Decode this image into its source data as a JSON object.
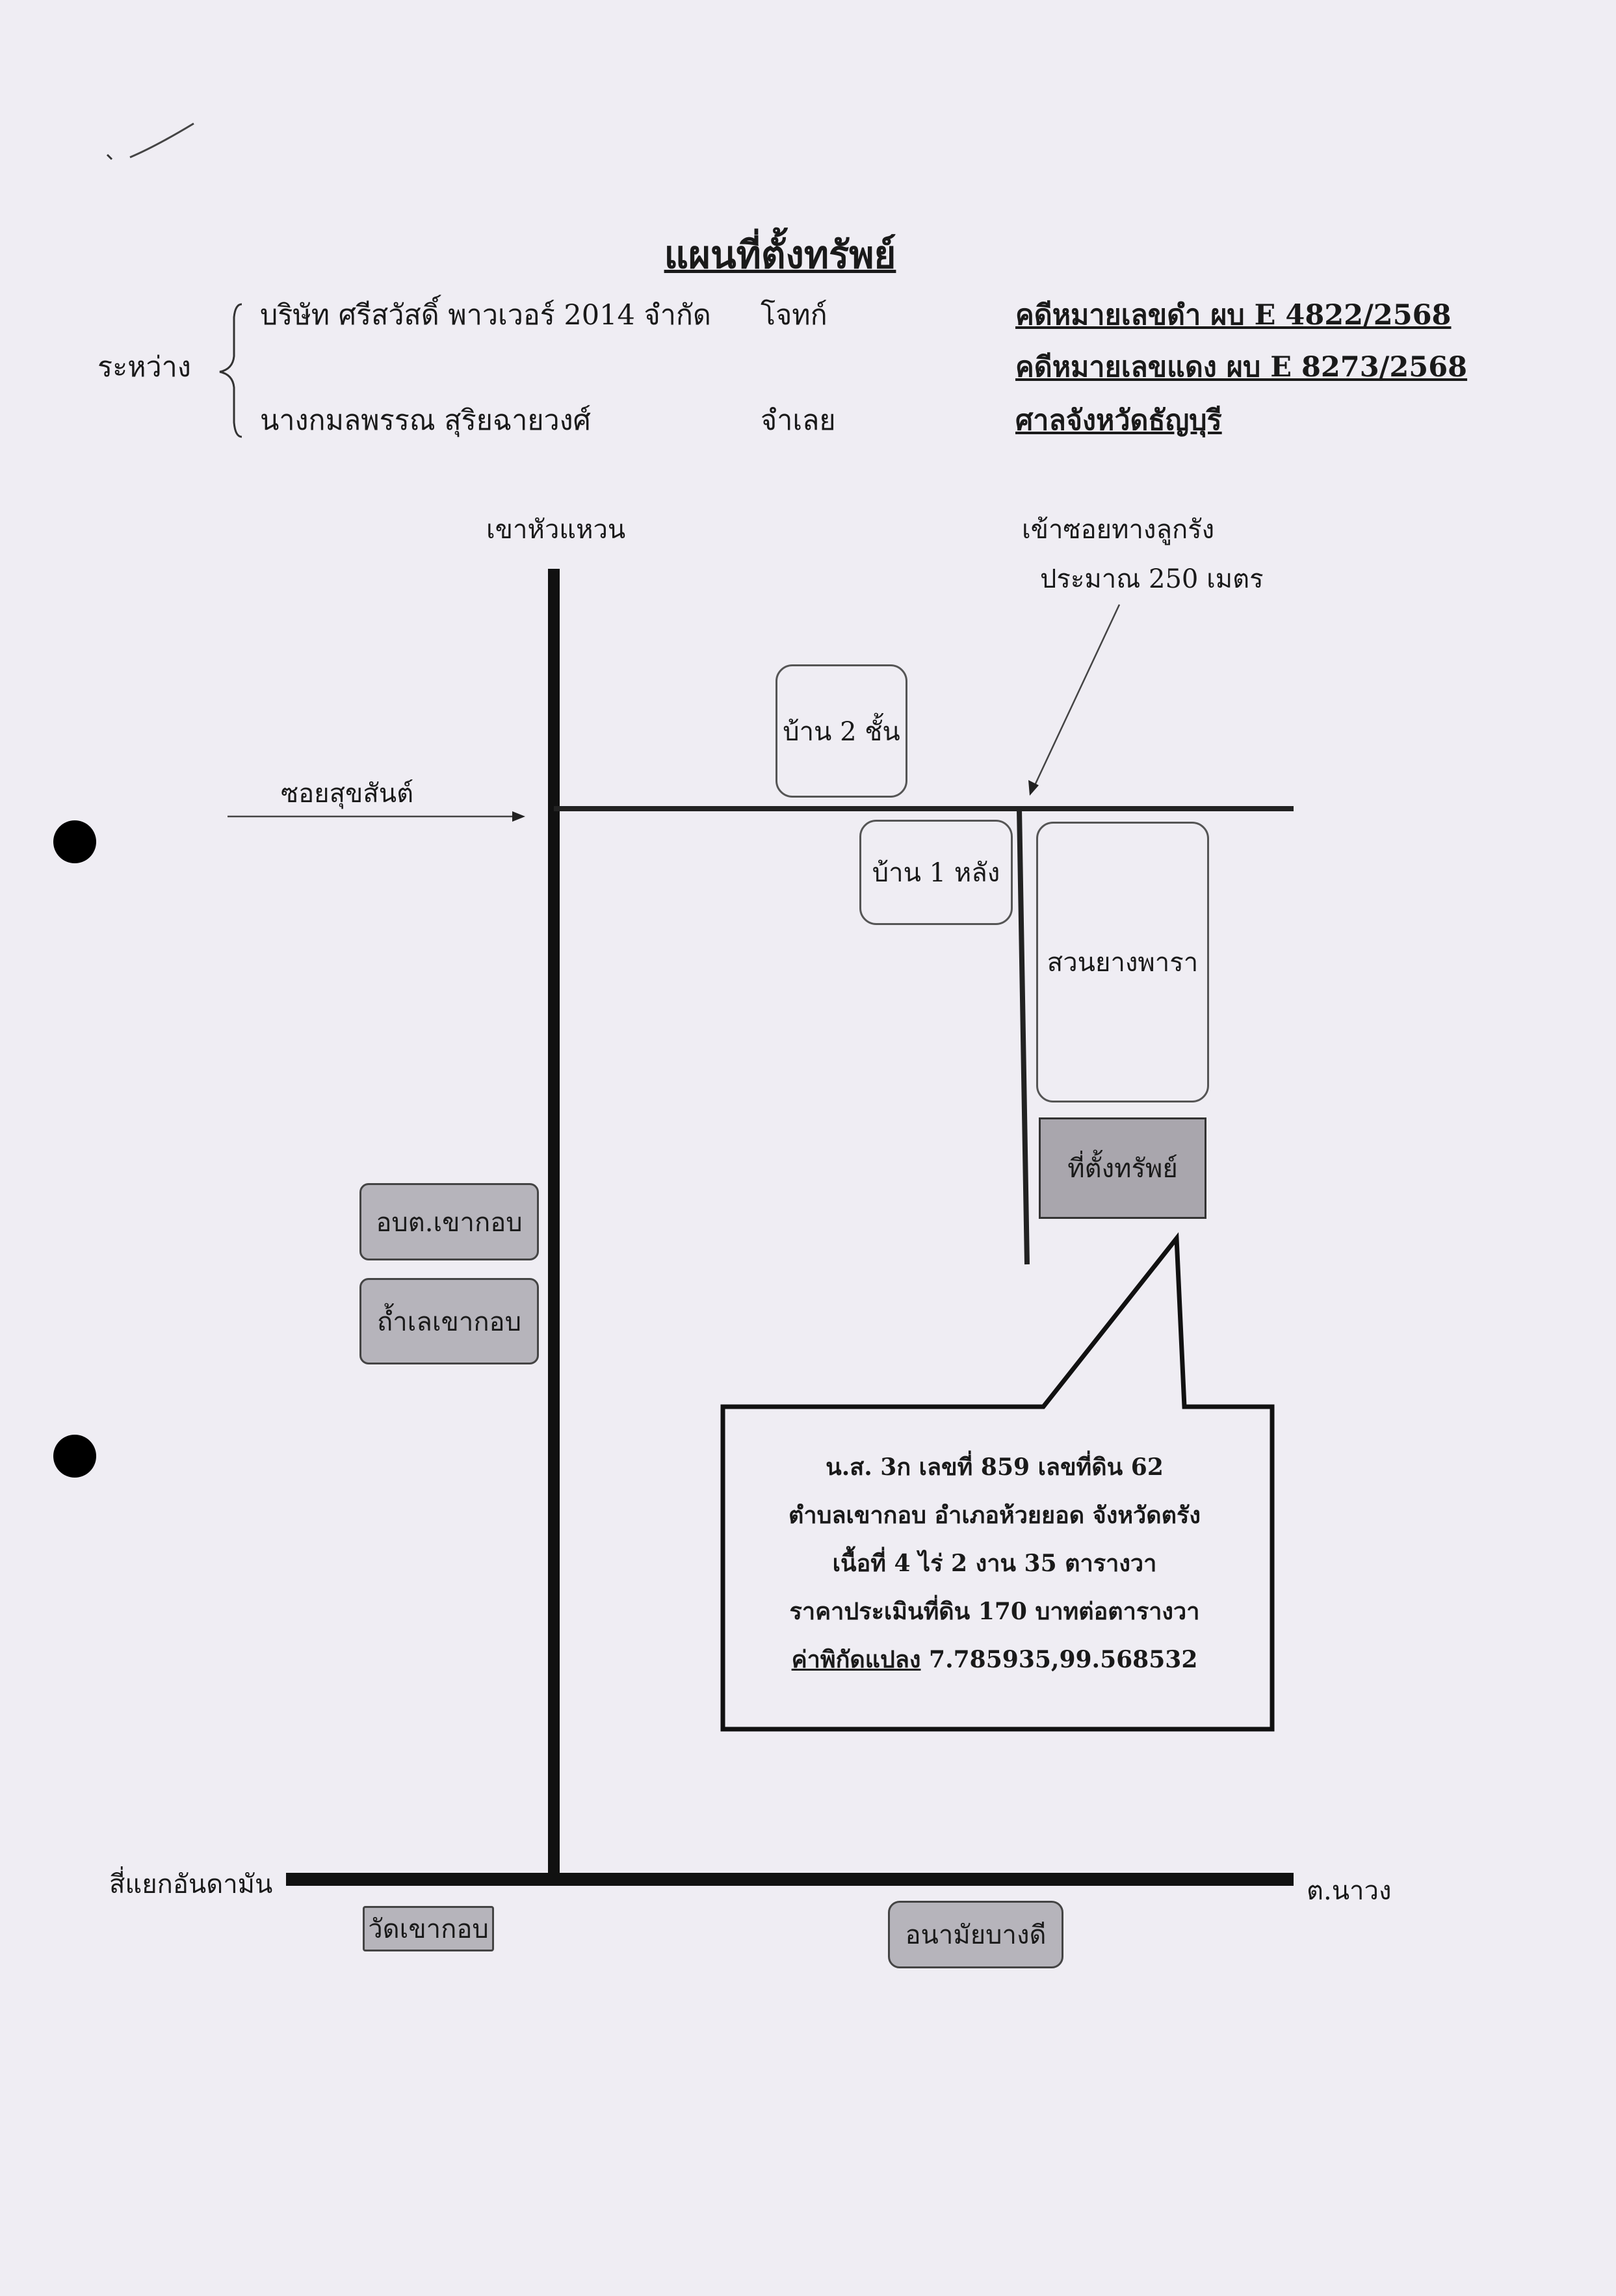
{
  "title": "แผนที่ตั้งทรัพย์",
  "parties": {
    "between_label": "ระหว่าง",
    "plaintiff_name": "บริษัท ศรีสวัสดิ์ พาวเวอร์ 2014 จำกัด",
    "plaintiff_role": "โจทก์",
    "defendant_name": "นางกมลพรรณ สุริยฉายวงศ์",
    "defendant_role": "จำเลย"
  },
  "case": {
    "black_case_no": "คดีหมายเลขดำ ผบ E 4822/2568",
    "red_case_no": "คดีหมายเลขแดง ผบ E 8273/2568",
    "court": "ศาลจังหวัดธัญบุรี"
  },
  "map": {
    "north_label": "เขาหัวแหวน",
    "soi_entry_line1": "เข้าซอยทางลูกรัง",
    "soi_entry_line2": "ประมาณ 250 เมตร",
    "soi_name": "ซอยสุขสันต์",
    "house_two_storey": "บ้าน 2 ชั้น",
    "house_one": "บ้าน 1 หลัง",
    "rubber_plantation": "สวนยางพารา",
    "property_location": "ที่ตั้งทรัพย์",
    "tao_office": "อบต.เขากอบ",
    "cave": "ถ้ำเลเขากอบ",
    "intersection": "สี่แยกอันดามัน",
    "east_label": "ต.นาวง",
    "temple": "วัดเขากอบ",
    "health_center": "อนามัยบางดี"
  },
  "land_info": {
    "line1": "น.ส. 3ก เลขที่ 859  เลขที่ดิน 62",
    "line2": "ตำบลเขากอบ  อำเภอห้วยยอด จังหวัดตรัง",
    "line3": "เนื้อที่ 4 ไร่ 2 งาน 35 ตารางวา",
    "line4": "ราคาประเมินที่ดิน 170 บาทต่อตารางวา",
    "coord_label": "ค่าพิกัดแปลง",
    "coord_value": "7.785935,99.568532"
  }
}
